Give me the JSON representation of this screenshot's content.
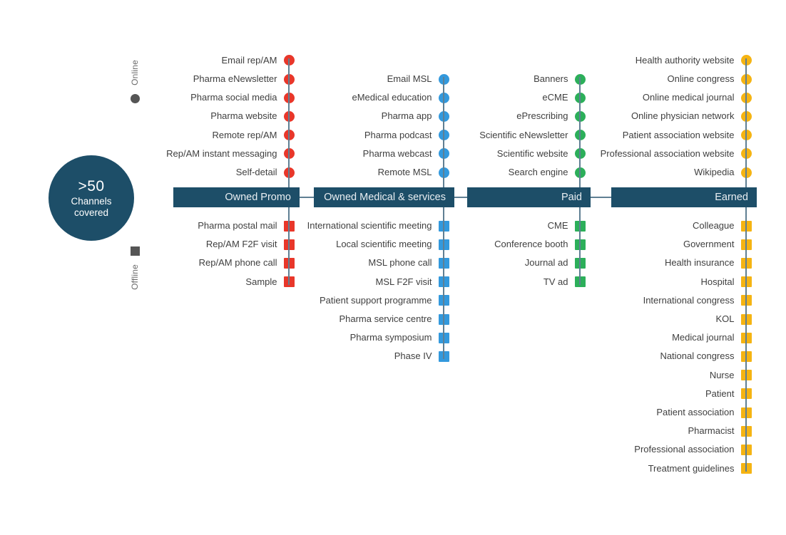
{
  "badge": {
    "number": ">50",
    "line1": "Channels",
    "line2": "covered"
  },
  "axis": {
    "online_label": "Online",
    "offline_label": "Offline",
    "online_marker": "circle-marker-icon",
    "offline_marker": "square-marker-icon",
    "marker_color": "#555555"
  },
  "colors": {
    "bar": "#1d4e68",
    "spine": "#5f7f93",
    "owned_promo": "#e8372a",
    "owned_medical": "#3399dd",
    "paid": "#2caf5a",
    "earned": "#f5b413"
  },
  "columns": [
    {
      "id": "owned-promo",
      "bar_label": "Owned Promo",
      "color": "#e8372a",
      "online": [
        "Email rep/AM",
        "Pharma eNewsletter",
        "Pharma social media",
        "Pharma website",
        "Remote rep/AM",
        "Rep/AM instant messaging",
        "Self-detail"
      ],
      "offline": [
        "Pharma postal mail",
        "Rep/AM F2F visit",
        "Rep/AM phone call",
        "Sample"
      ]
    },
    {
      "id": "owned-medical-and-services",
      "bar_label": "Owned Medical & services",
      "color": "#3399dd",
      "online": [
        "Email MSL",
        "eMedical education",
        "Pharma app",
        "Pharma podcast",
        "Pharma webcast",
        "Remote MSL"
      ],
      "offline": [
        "International scientific meeting",
        "Local scientific meeting",
        "MSL phone call",
        "MSL F2F visit",
        "Patient support programme",
        "Pharma service centre",
        "Pharma symposium",
        "Phase IV"
      ]
    },
    {
      "id": "paid",
      "bar_label": "Paid",
      "color": "#2caf5a",
      "online": [
        "Banners",
        "eCME",
        "ePrescribing",
        "Scientific eNewsletter",
        "Scientific website",
        "Search engine"
      ],
      "offline": [
        "CME",
        "Conference booth",
        "Journal ad",
        "TV ad"
      ]
    },
    {
      "id": "earned",
      "bar_label": "Earned",
      "color": "#f5b413",
      "online": [
        "Health authority website",
        "Online congress",
        "Online medical journal",
        "Online physician network",
        "Patient association website",
        "Professional association website",
        "Wikipedia"
      ],
      "offline": [
        "Colleague",
        "Government",
        "Health insurance",
        "Hospital",
        "International congress",
        "KOL",
        "Medical journal",
        "National congress",
        "Nurse",
        "Patient",
        "Patient association",
        "Pharmacist",
        "Professional association",
        "Treatment guidelines"
      ]
    }
  ]
}
